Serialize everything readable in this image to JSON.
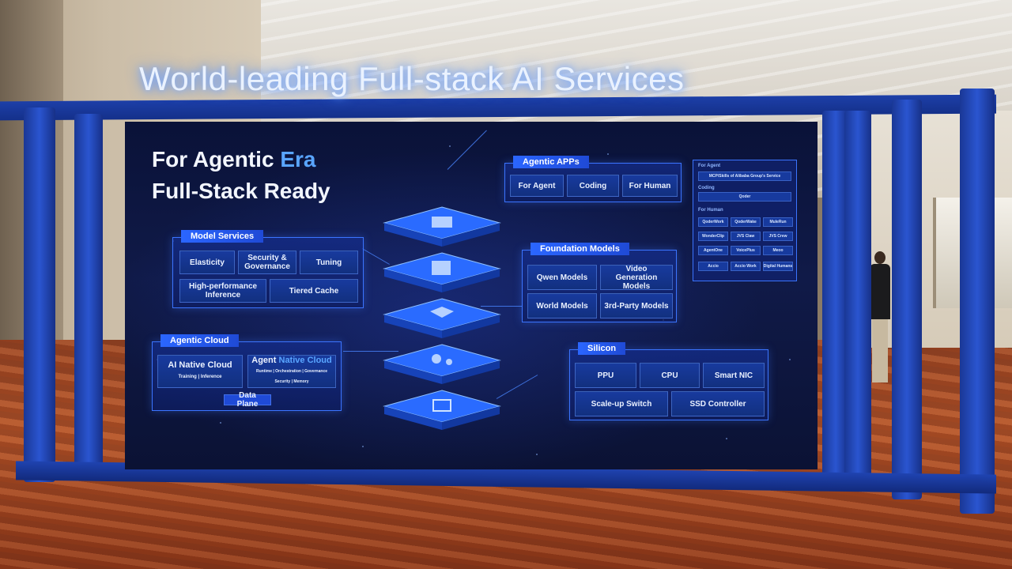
{
  "headline": "World-leading Full-stack AI Services",
  "screen": {
    "title_line1_a": "For Agentic ",
    "title_line1_b": "Era",
    "title_line2": "Full-Stack Ready"
  },
  "agentic_apps": {
    "tab": "Agentic APPs",
    "items": [
      "For Agent",
      "Coding",
      "For Human"
    ]
  },
  "side_list": {
    "for_agent_label": "For Agent",
    "for_agent_item": "MCP/Skills of Alibaba Group's Service",
    "coding_label": "Coding",
    "coding_item": "Qoder",
    "for_human_label": "For Human",
    "for_human_items": [
      "QoderWork",
      "QoderWake",
      "MuleRun",
      "WonderClip",
      "JVS Claw",
      "JVS Crew",
      "AgentOne",
      "VoicePlus",
      "Meoo",
      "Accio",
      "Accio Work",
      "Digital Humans"
    ]
  },
  "model_services": {
    "tab": "Model Services",
    "items": [
      "Elasticity",
      "Security & Governance",
      "Tuning",
      "High-performance Inference",
      "Tiered Cache"
    ]
  },
  "foundation_models": {
    "tab": "Foundation Models",
    "items": [
      "Qwen Models",
      "Video Generation Models",
      "World Models",
      "3rd-Party Models"
    ]
  },
  "agentic_cloud": {
    "tab": "Agentic Cloud",
    "ai_native": "AI Native Cloud",
    "ai_native_sub": "Training | Inference",
    "agent_native_a": "Agent ",
    "agent_native_b": "Native Cloud",
    "agent_native_sub1": "Runtime | Orchestration | Governance",
    "agent_native_sub2": "Security | Memory",
    "data_plane": "Data Plane"
  },
  "silicon": {
    "tab": "Silicon",
    "items": [
      "PPU",
      "CPU",
      "Smart NIC",
      "Scale-up Switch",
      "SSD Controller"
    ]
  },
  "colors": {
    "accent": "#2b66ff",
    "title_accent": "#59a5ff",
    "screen_bg": "#0a1238",
    "frame": "#1d3fa8"
  },
  "icons": [
    "cubes-icon",
    "document-icon",
    "box-icon",
    "network-icon",
    "chip-icon"
  ]
}
